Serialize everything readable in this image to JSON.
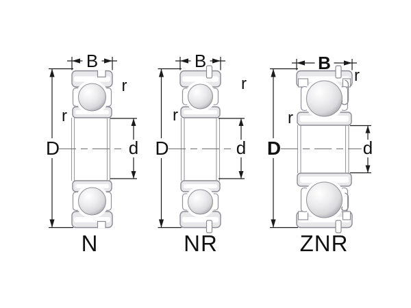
{
  "diagram": {
    "description": "Deep groove ball bearing snap-ring variants cross-section diagram",
    "dimension_labels": {
      "width": "B",
      "outer_diameter": "D",
      "bore_diameter": "d",
      "corner_radius": "r"
    },
    "bearings": [
      {
        "name": "N",
        "dims_bold": false
      },
      {
        "name": "NR",
        "dims_bold": false
      },
      {
        "name": "ZNR",
        "dims_bold": true
      }
    ],
    "colors": {
      "background": "#ffffff",
      "ring_fill": "#e8e8eb",
      "ring_outline": "#8a8a92",
      "bore_line": "#98989f",
      "dimension": "#1b1b1b",
      "centerline": "#6b6b6b",
      "ball_highlight": "#ffffff",
      "ball_mid": "#d9d9dc",
      "ball_edge": "#9fa0a6"
    }
  }
}
